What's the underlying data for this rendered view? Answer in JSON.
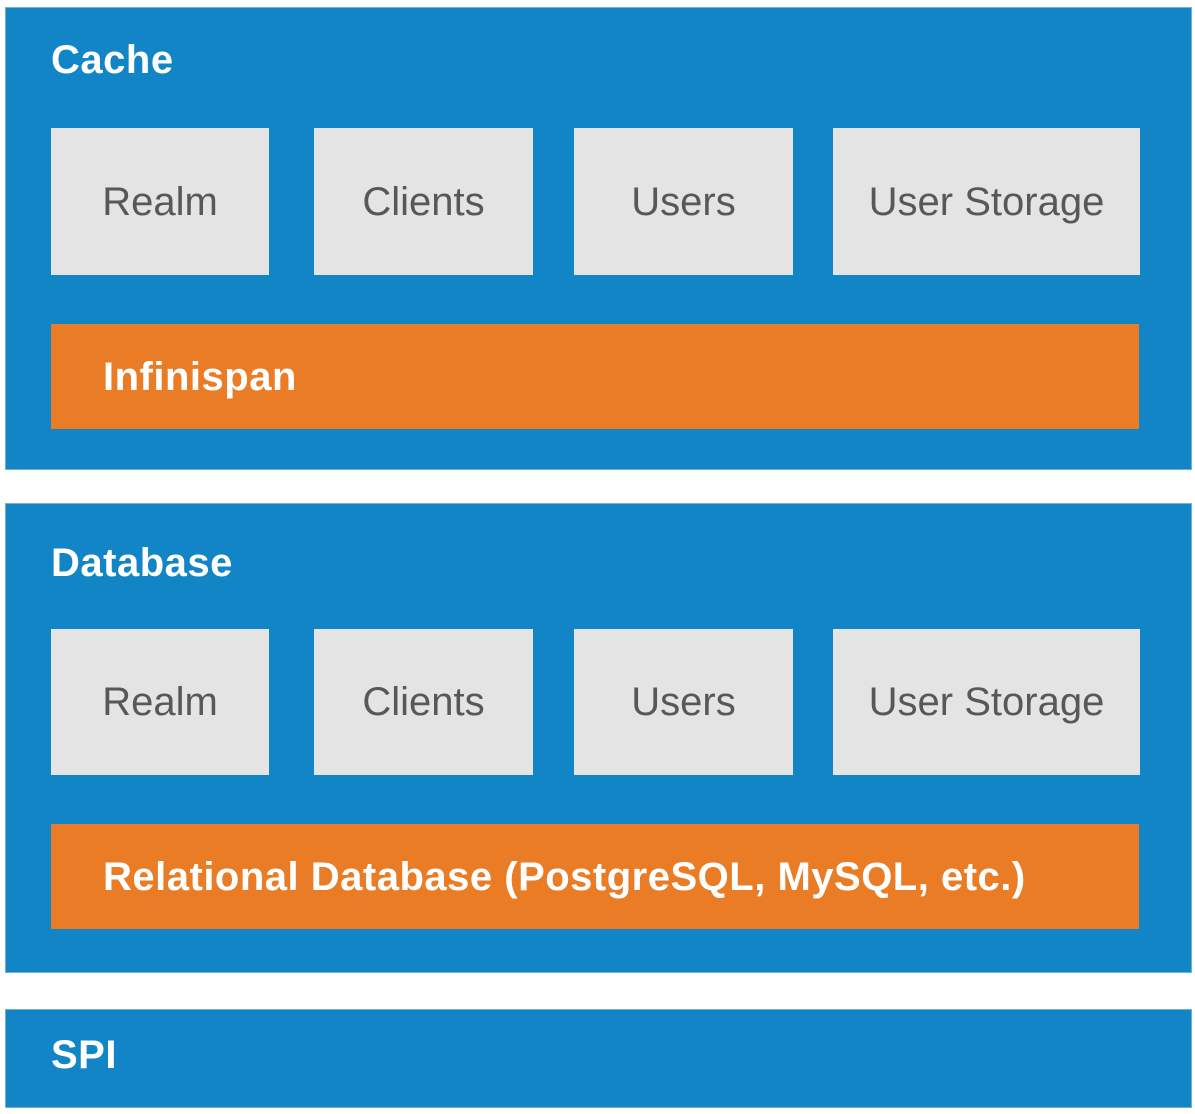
{
  "diagram": {
    "colors": {
      "panel_blue": "#1285c6",
      "bar_orange": "#ea7c26",
      "box_gray": "#e4e4e4",
      "box_text_gray": "#58585a",
      "title_white": "#ffffff"
    },
    "sections": [
      {
        "title": "Cache",
        "boxes": [
          "Realm",
          "Clients",
          "Users",
          "User Storage"
        ],
        "bar_label": "Infinispan"
      },
      {
        "title": "Database",
        "boxes": [
          "Realm",
          "Clients",
          "Users",
          "User Storage"
        ],
        "bar_label": "Relational Database (PostgreSQL, MySQL, etc.)"
      },
      {
        "title": "SPI"
      }
    ]
  }
}
